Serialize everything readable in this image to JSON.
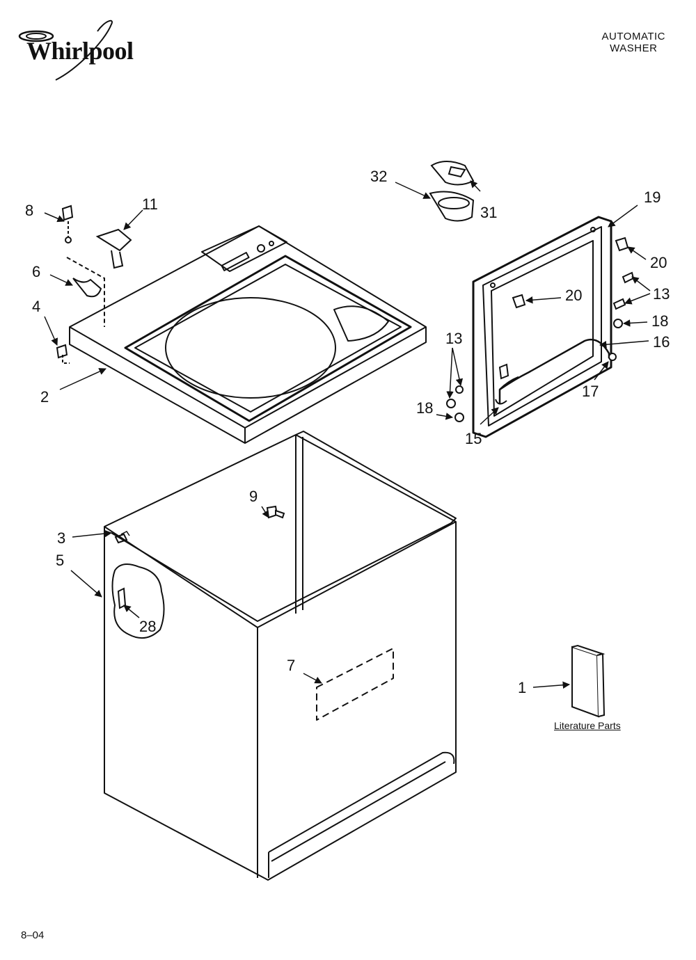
{
  "brand": {
    "name": "Whirlpool"
  },
  "heading": {
    "line1": "AUTOMATIC",
    "line2": "WASHER"
  },
  "footer": {
    "code": "8–04"
  },
  "literature": {
    "label": "Literature Parts"
  },
  "callouts": [
    "32",
    "31",
    "19",
    "8",
    "11",
    "20",
    "6",
    "20",
    "13",
    "4",
    "13",
    "18",
    "16",
    "2",
    "18",
    "17",
    "15",
    "9",
    "3",
    "5",
    "28",
    "7",
    "1"
  ]
}
